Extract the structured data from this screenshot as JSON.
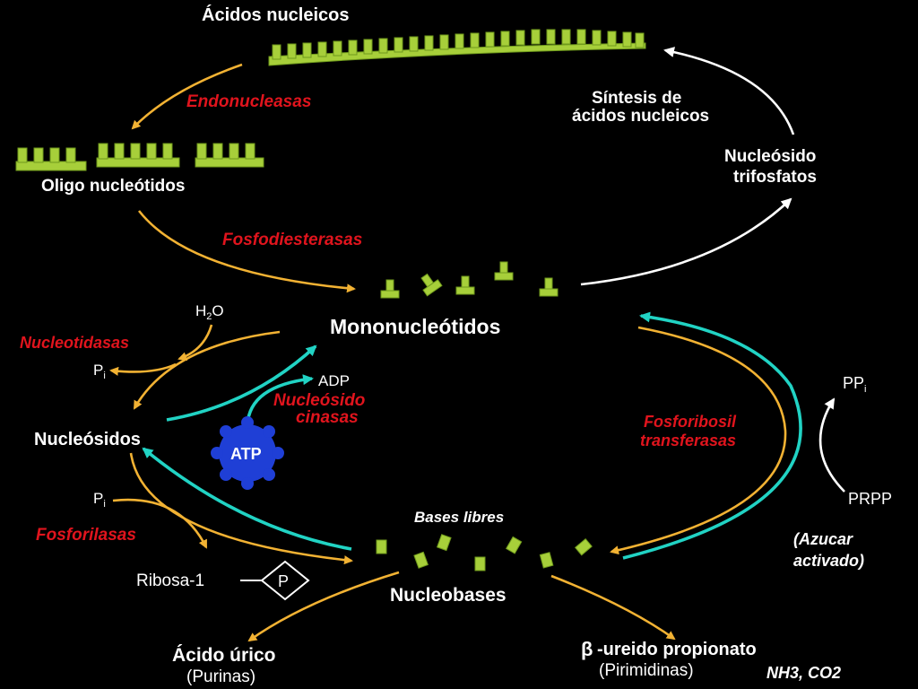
{
  "colors": {
    "background": "#000000",
    "enzyme_label": "#e0141d",
    "yellow_arrow": "#f2b233",
    "cyan_arrow": "#21d3c4",
    "nucleotide_green": "#a7cf3a",
    "atp_blue": "#1f3fd6"
  },
  "molecules": {
    "acidos_nucleicos": "Ácidos nucleicos",
    "oligo_nucleotidos": "Oligo nucleótidos",
    "mononucleotidos": "Mononucleótidos",
    "nucleosidos": "Nucleósidos",
    "nucleobases": "Nucleobases",
    "bases_libres": "Bases libres",
    "nucleosido_trifosfatos_line1": "Nucleósido",
    "nucleosido_trifosfatos_line2": "trifosfatos",
    "sintesis_line1": "Síntesis de",
    "sintesis_line2": "ácidos nucleicos",
    "acido_urico": "Ácido úrico",
    "purinas": "(Purinas)",
    "beta_symbol": "β",
    "ureido_propionato": "-ureido propionato",
    "pirimidinas": "(Pirimidinas)",
    "nh3_co2": "NH3, CO2",
    "ribosa": "Ribosa-1",
    "phosphate": "P",
    "h2o_h": "H",
    "h2o_sub": "2",
    "h2o_o": "O",
    "pi_p": "P",
    "pi_sub": "i",
    "adp": "ADP",
    "atp": "ATP",
    "ppi_p": "PP",
    "ppi_sub": "i",
    "prpp": "PRPP",
    "azucar_line1": "(Azucar",
    "azucar_line2": "activado)"
  },
  "enzymes": {
    "endonucleasas": "Endonucleasas",
    "fosfodiesterasas": "Fosfodiesterasas",
    "nucleotidasas": "Nucleotidasas",
    "nucleosido_cinasas_line1": "Nucleósido",
    "nucleosido_cinasas_line2": "cinasas",
    "fosforibosil_line1": "Fosforibosil",
    "fosforibosil_line2": "transferasas",
    "fosforilasas": "Fosforilasas"
  }
}
